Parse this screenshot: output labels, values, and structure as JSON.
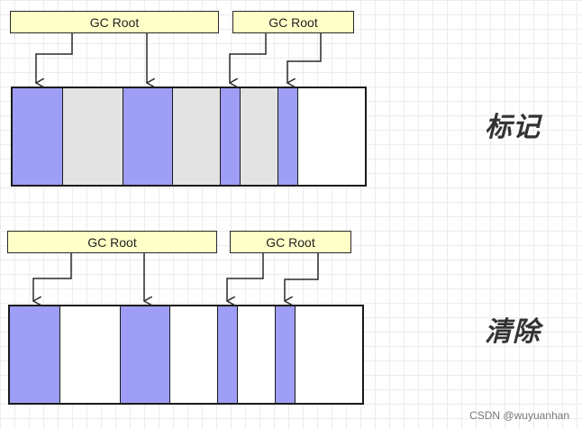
{
  "colors": {
    "reachable": "#9e9ef6",
    "unreachable": "#e3e3e3",
    "free": "#ffffff",
    "gc_root_fill": "#ffffc8",
    "stroke": "#1a1a1a"
  },
  "mark_phase": {
    "label": "标记",
    "gc_roots": [
      {
        "label": "GC Root",
        "id": "root-1"
      },
      {
        "label": "GC Root",
        "id": "root-2"
      }
    ],
    "segments": [
      {
        "state": "reachable"
      },
      {
        "state": "unreachable"
      },
      {
        "state": "reachable"
      },
      {
        "state": "unreachable"
      },
      {
        "state": "reachable"
      },
      {
        "state": "unreachable"
      },
      {
        "state": "reachable"
      },
      {
        "state": "free"
      }
    ]
  },
  "sweep_phase": {
    "label": "清除",
    "gc_roots": [
      {
        "label": "GC Root",
        "id": "root-1"
      },
      {
        "label": "GC Root",
        "id": "root-2"
      }
    ],
    "segments": [
      {
        "state": "reachable"
      },
      {
        "state": "free"
      },
      {
        "state": "reachable"
      },
      {
        "state": "free"
      },
      {
        "state": "reachable"
      },
      {
        "state": "free"
      },
      {
        "state": "reachable"
      },
      {
        "state": "free"
      }
    ]
  },
  "watermark": "CSDN @wuyuanhan"
}
